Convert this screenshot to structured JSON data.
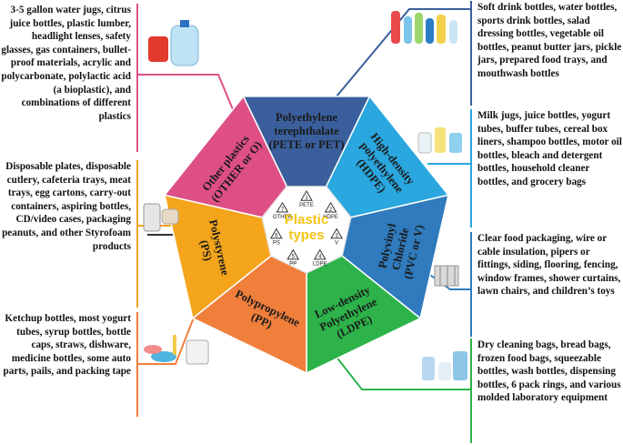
{
  "center": {
    "line1": "Plastic",
    "line2": "types"
  },
  "segments": [
    {
      "label1": "Polyethylene",
      "label2": "terephthalate",
      "label3": "(PETE or PET)",
      "color": "#3a5f9c"
    },
    {
      "label1": "High-density",
      "label2": "polyethylene",
      "label3": "(HDPE)",
      "color": "#2aa7df"
    },
    {
      "label1": "Polyvinyl",
      "label2": "Chloride",
      "label3": "(PVC or V)",
      "color": "#2f7bbd"
    },
    {
      "label1": "Low-density",
      "label2": "Polyethylene",
      "label3": "(LDPE)",
      "color": "#2db34a"
    },
    {
      "label1": "Polypropylene",
      "label2": "(PP)",
      "label3": "",
      "color": "#f07f3c"
    },
    {
      "label1": "Polystyrene",
      "label2": "(PS)",
      "label3": "",
      "color": "#f4a51c"
    },
    {
      "label1": "Other plastics",
      "label2": "(OTHER or O)",
      "label3": "",
      "color": "#de4f86"
    }
  ],
  "descriptions": {
    "pet": "Soft drink bottles, water bottles, sports drink bottles, salad dressing bottles, vegetable oil bottles, peanut butter jars, pickle jars, prepared food trays, and mouthwash bottles",
    "hdpe": "Milk jugs, juice bottles, yogurt tubes, buffer tubes, cereal box liners, shampoo bottles, motor oil bottles, bleach and detergent bottles, household cleaner bottles, and grocery bags",
    "pvc": "Clear food packaging, wire or cable insulation, pipers or fittings, siding, flooring, fencing, window frames, shower curtains, lawn chairs, and children’s toys",
    "ldpe": "Dry cleaning bags, bread bags, frozen food bags, squeezable bottles, wash bottles, dispensing bottles, 6 pack rings, and various molded laboratory equipment",
    "pp": "Ketchup bottles, most yogurt tubes, syrup bottles, bottle caps, straws, dishware, medicine bottles, some auto parts, pails, and packing tape",
    "ps": "Disposable plates, disposable cutlery, cafeteria trays, meat trays, egg cartons, carry-out containers, aspiring bottles, CD/video cases, packaging peanuts, and other Styrofoam products",
    "other": "3-5 gallon water jugs, citrus juice bottles, plastic lumber, headlight lenses, safety glasses, gas containers, bullet-proof materials, acrylic and polycarbonate, polylactic acid (a bioplastic), and combinations of different plastics"
  },
  "recycling_codes": [
    {
      "num": "1",
      "abbr": "PETE"
    },
    {
      "num": "2",
      "abbr": "HDPE"
    },
    {
      "num": "3",
      "abbr": "V"
    },
    {
      "num": "4",
      "abbr": "LDPE"
    },
    {
      "num": "5",
      "abbr": "PP"
    },
    {
      "num": "6",
      "abbr": "PS"
    },
    {
      "num": "7",
      "abbr": "OTHER"
    }
  ],
  "colors": {
    "pet": "#3a5f9c",
    "hdpe": "#2aa7df",
    "pvc": "#2f7bbd",
    "ldpe": "#2db34a",
    "pp": "#f07f3c",
    "ps": "#f4a51c",
    "other": "#de4f86"
  }
}
